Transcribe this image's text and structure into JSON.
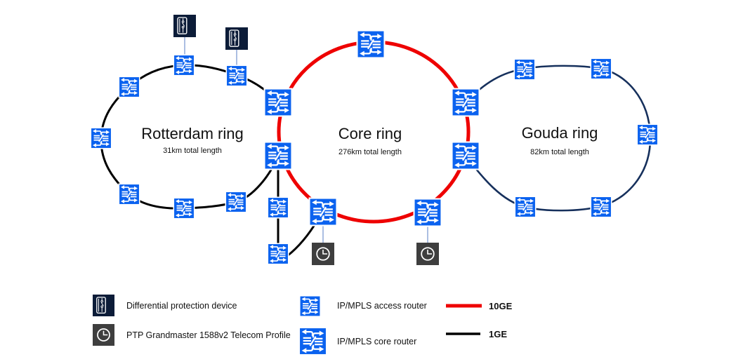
{
  "diagram": {
    "rings": {
      "rotterdam": {
        "title": "Rotterdam ring",
        "subtitle": "31km total length"
      },
      "core": {
        "title": "Core ring",
        "subtitle": "276km total length"
      },
      "gouda": {
        "title": "Gouda ring",
        "subtitle": "82km total length"
      }
    },
    "colors": {
      "router_blue": "#0b62ef",
      "link_10ge": "#ee0000",
      "link_1ge": "#000000",
      "gouda_ring": "#16305c",
      "device_navy": "#0c1c38",
      "clock_gray": "#3e3e3e",
      "connector_blue": "#8fa8d8"
    }
  },
  "legend": {
    "items": [
      {
        "icon": "diff-protection-icon",
        "label": "Differential protection device"
      },
      {
        "icon": "clock-icon",
        "label": "PTP Grandmaster 1588v2 Telecom Profile"
      },
      {
        "icon": "access-router-icon",
        "label": "IP/MPLS access router"
      },
      {
        "icon": "core-router-icon",
        "label": "IP/MPLS core router"
      },
      {
        "icon": "10ge-line",
        "label": "10GE"
      },
      {
        "icon": "1ge-line",
        "label": "1GE"
      }
    ]
  }
}
